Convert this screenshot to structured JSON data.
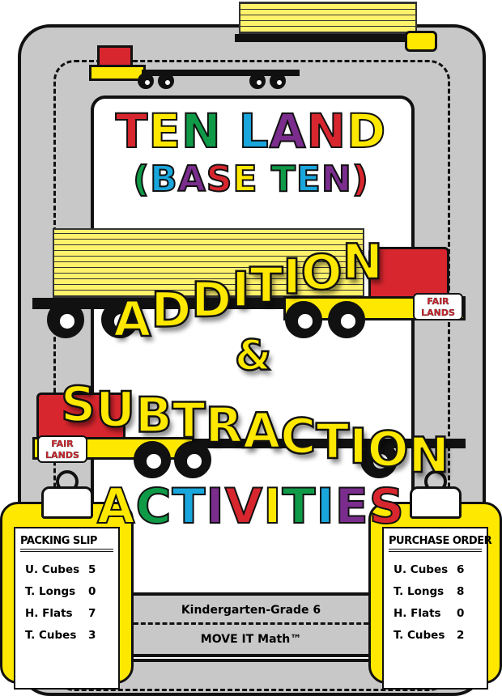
{
  "title": {
    "line1": "TEN LAND",
    "line2": "(BASE TEN)"
  },
  "headline": {
    "addition": "ADDITION",
    "ampersand": "&",
    "subtraction": "SUBTRACTION",
    "activities": "ACTIVITIES"
  },
  "letter_colors": [
    "#d8262e",
    "#ffe800",
    "#0f9a48",
    "#19a6dc",
    "#7b2d8e"
  ],
  "truck_logo": {
    "line1": "FAIR",
    "line2": "LANDS"
  },
  "packing_slip": {
    "title": "PACKING SLIP",
    "rows": [
      {
        "label": "U. Cubes",
        "value": "5"
      },
      {
        "label": "T. Longs",
        "value": "0"
      },
      {
        "label": "H. Flats",
        "value": "7"
      },
      {
        "label": "T. Cubes",
        "value": "3"
      }
    ]
  },
  "purchase_order": {
    "title": "PURCHASE ORDER",
    "rows": [
      {
        "label": "U. Cubes",
        "value": "6"
      },
      {
        "label": "T. Longs",
        "value": "8"
      },
      {
        "label": "H. Flats",
        "value": "0"
      },
      {
        "label": "T. Cubes",
        "value": "2"
      }
    ]
  },
  "footer": {
    "grades": "Kindergarten-Grade 6",
    "brand": "MOVE IT Math™"
  }
}
